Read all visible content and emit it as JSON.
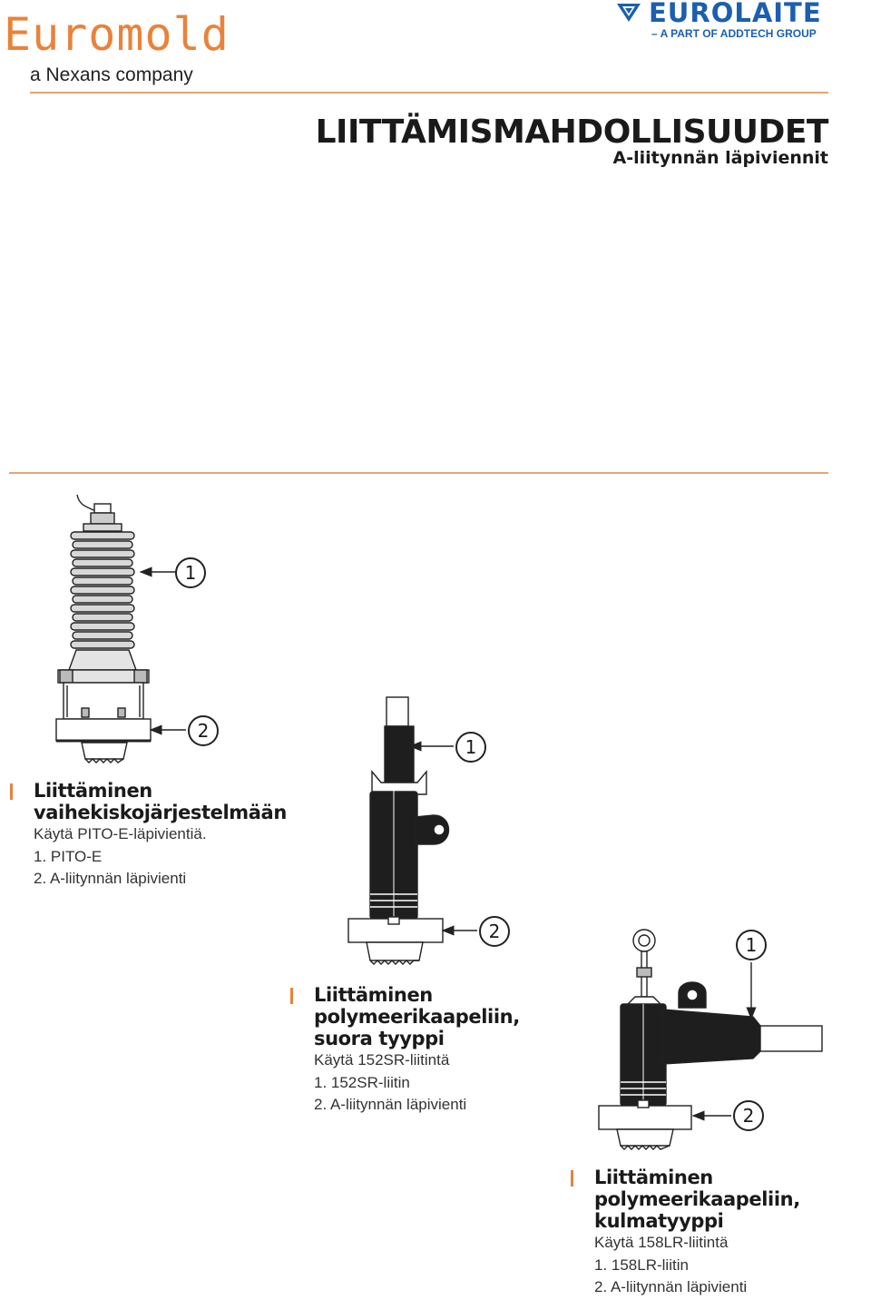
{
  "header": {
    "euromold_logo": "Euromold",
    "euromold_tagline": "a Nexans company",
    "eurolaite_logo": "EUROLAITE",
    "eurolaite_tagline": "– A PART OF ADDTECH GROUP",
    "brand_colors": {
      "euromold_orange": "#e8833a",
      "eurolaite_blue": "#1b5fae",
      "rule": "#e8a371"
    }
  },
  "title": "LIITTÄMISMAHDOLLISUUDET",
  "subtitle": "A-liitynnän läpiviennit",
  "sections": [
    {
      "heading": [
        "Liittäminen",
        "vaihekiskojärjestelmään"
      ],
      "lines": [
        "Käytä PITO-E-läpivientiä.",
        "1. PITO-E",
        "2. A-liitynnän läpivienti"
      ],
      "callouts": [
        "1",
        "2"
      ]
    },
    {
      "heading": [
        "Liittäminen",
        "polymeerikaapeliin,",
        "suora tyyppi"
      ],
      "lines": [
        "Käytä 152SR-liitintä",
        "1. 152SR-liitin",
        "2. A-liitynnän läpivienti"
      ],
      "callouts": [
        "1",
        "2"
      ]
    },
    {
      "heading": [
        "Liittäminen",
        "polymeerikaapeliin,",
        "kulmatyyppi"
      ],
      "lines": [
        "Käytä 158LR-liitintä",
        "1. 158LR-liitin",
        "2. A-liitynnän läpivienti"
      ],
      "callouts": [
        "1",
        "2"
      ]
    }
  ]
}
